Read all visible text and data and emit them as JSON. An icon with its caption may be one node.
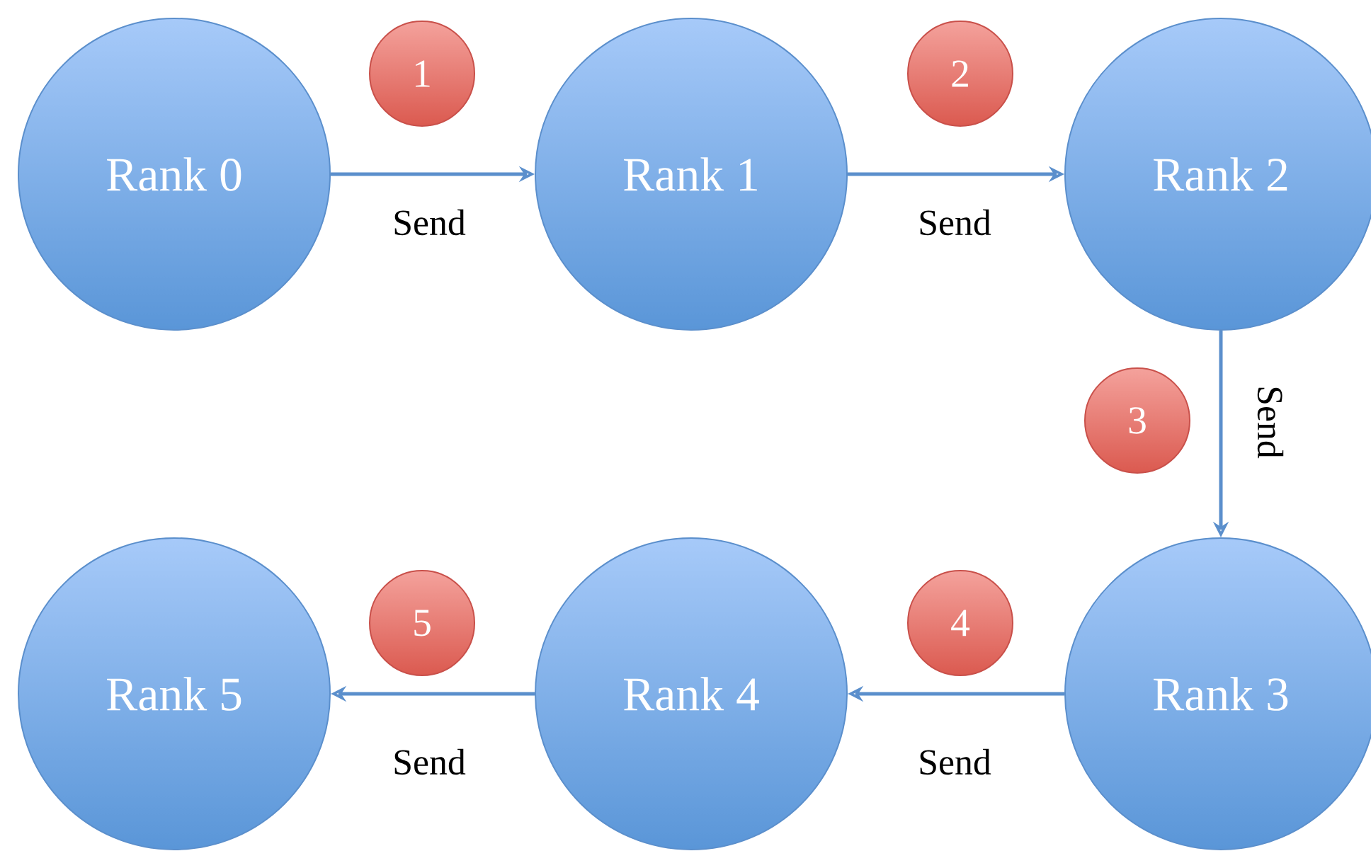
{
  "diagram": {
    "nodes": [
      {
        "text": [
          "Rank 0"
        ]
      },
      {
        "text": [
          "Rank 1"
        ]
      },
      {
        "text": [
          "Rank 2"
        ]
      },
      {
        "text": [
          "Rank 3"
        ]
      },
      {
        "text": [
          "Rank 4"
        ]
      },
      {
        "text": [
          "Rank 5"
        ]
      },
      {
        "text": [
          "1"
        ]
      },
      {
        "text": [
          "2"
        ]
      },
      {
        "text": [
          "3"
        ]
      },
      {
        "text": [
          "4"
        ]
      },
      {
        "text": [
          "5"
        ]
      }
    ],
    "edges": [
      {
        "from": 0,
        "to": 1,
        "arrow": "to",
        "label": "Send"
      },
      {
        "from": 1,
        "to": 2,
        "arrow": "to",
        "label": "Send"
      },
      {
        "from": 2,
        "to": 3,
        "arrow": "to",
        "label": "Send"
      },
      {
        "from": 3,
        "to": 4,
        "arrow": "to",
        "label": "Send"
      },
      {
        "from": 4,
        "to": 5,
        "arrow": "to",
        "label": "Send"
      }
    ]
  }
}
